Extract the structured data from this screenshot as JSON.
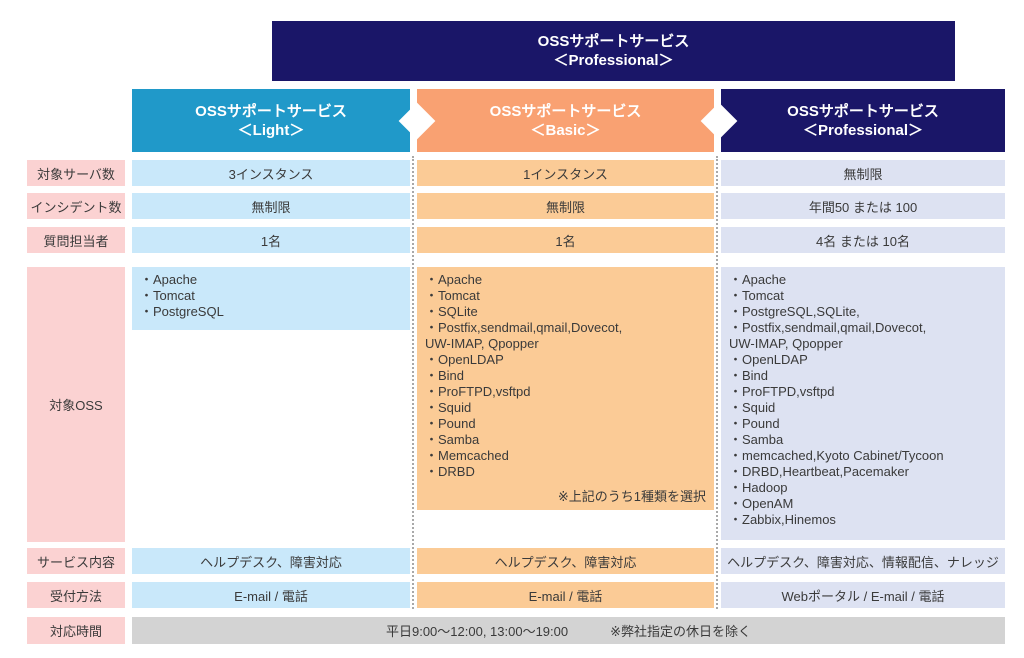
{
  "banner": {
    "line1": "OSSサポートサービス",
    "line2": "＜Professional＞"
  },
  "columns": {
    "light": {
      "header_line1": "OSSサポートサービス",
      "header_line2": "＜Light＞"
    },
    "basic": {
      "header_line1": "OSSサポートサービス",
      "header_line2": "＜Basic＞"
    },
    "professional": {
      "header_line1": "OSSサポートサービス",
      "header_line2": "＜Professional＞"
    }
  },
  "rows": {
    "labels": {
      "servers": "対象サーバ数",
      "incidents": "インシデント数",
      "contacts": "質問担当者",
      "oss": "対象OSS",
      "service": "サービス内容",
      "reception": "受付方法",
      "hours": "対応時間"
    },
    "servers": {
      "light": "3インスタンス",
      "basic": "1インスタンス",
      "professional": "無制限"
    },
    "incidents": {
      "light": "無制限",
      "basic": "無制限",
      "professional": "年間50 または 100"
    },
    "contacts": {
      "light": "1名",
      "basic": "1名",
      "professional": "4名 または 10名"
    },
    "oss": {
      "light": "・Apache\n・Tomcat\n・PostgreSQL",
      "basic": "・Apache\n・Tomcat\n・SQLite\n・Postfix,sendmail,qmail,Dovecot,\n UW-IMAP, Qpopper\n・OpenLDAP\n・Bind\n・ProFTPD,vsftpd\n・Squid\n・Pound\n・Samba\n・Memcached\n・DRBD",
      "basic_note": "※上記のうち1種類を選択",
      "professional": "・Apache\n・Tomcat\n・PostgreSQL,SQLite,\n・Postfix,sendmail,qmail,Dovecot,\n UW-IMAP, Qpopper\n・OpenLDAP\n・Bind\n・ProFTPD,vsftpd\n・Squid\n・Pound\n・Samba\n・memcached,Kyoto Cabinet/Tycoon\n・DRBD,Heartbeat,Pacemaker\n・Hadoop\n・OpenAM\n・Zabbix,Hinemos"
    },
    "service": {
      "light": "ヘルプデスク、障害対応",
      "basic": "ヘルプデスク、障害対応",
      "professional": "ヘルプデスク、障害対応、情報配信、ナレッジ"
    },
    "reception": {
      "light": "E-mail / 電話",
      "basic": "E-mail / 電話",
      "professional": "Webポータル / E-mail / 電話"
    },
    "hours": {
      "time": "平日9:00～12:00, 13:00～19:00",
      "note": "※弊社指定の休日を除く"
    }
  },
  "colors": {
    "navy": "#1a1668",
    "teal": "#2099c9",
    "salmon": "#f9a172",
    "label_pink": "#fbd2d2",
    "cell_light_blue": "#c9e8fa",
    "cell_peach": "#fbcb96",
    "cell_lavender": "#dde2f2",
    "hours_gray": "#d3d3d3",
    "text": "#3a3a3a"
  }
}
